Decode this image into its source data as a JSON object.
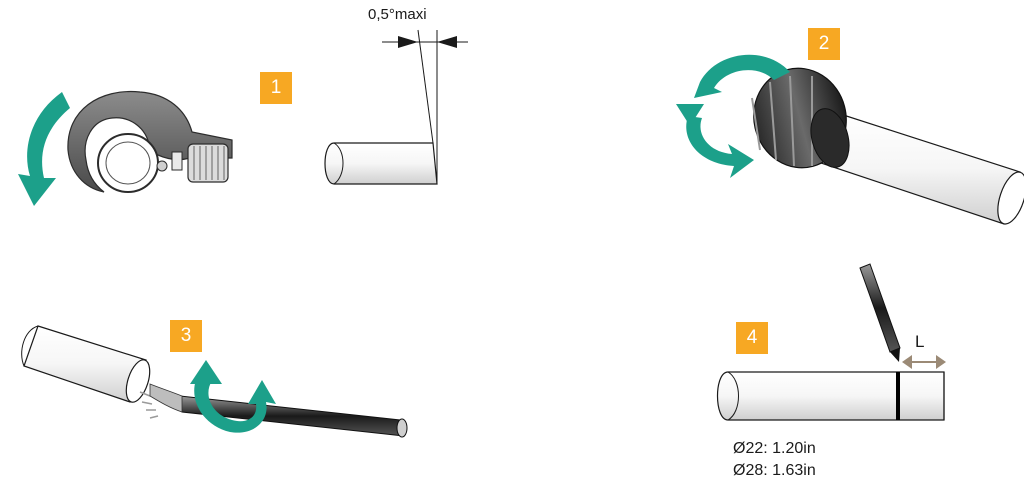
{
  "steps": [
    {
      "number": "1"
    },
    {
      "number": "2"
    },
    {
      "number": "3"
    },
    {
      "number": "4"
    }
  ],
  "step1": {
    "angle_label": "0,5°maxi"
  },
  "step4": {
    "length_label": "L",
    "measurements": [
      "Ø22: 1.20in",
      "Ø28: 1.63in"
    ]
  },
  "colors": {
    "badge": "#f7a823",
    "arrow": "#1ca08a",
    "tool_body": "#6b6b6b",
    "pipe_fill": "#f2f2f2",
    "outline": "#1a1a1a",
    "measure_arrow": "#9b8a76"
  }
}
